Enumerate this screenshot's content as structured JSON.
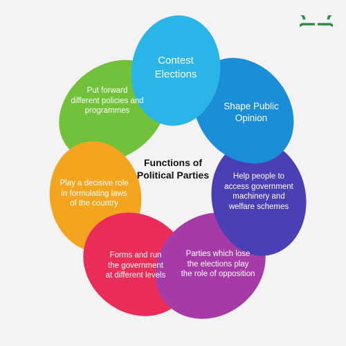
{
  "center": {
    "title_line1": "Functions of",
    "title_line2": "Political Parties"
  },
  "functions": [
    {
      "label": "Contest\nElections",
      "color": "#29b6e6"
    },
    {
      "label": "Shape Public\nOpinion",
      "color": "#1a8fd8"
    },
    {
      "label": "Help people to\naccess government\nmachinery and\nwelfare schemes",
      "color": "#4b3fb5"
    },
    {
      "label": "Parties which lose\nthe elections play\nthe role of opposition",
      "color": "#a63aa6"
    },
    {
      "label": "Forms and run\nthe government\nat different levels",
      "color": "#ea2c58"
    },
    {
      "label": "Play a decisive role\nin formulating laws\nof the country",
      "color": "#f4a51f"
    },
    {
      "label": "Put forward\ndifferent policies and\nprogrammes",
      "color": "#72c13a"
    }
  ],
  "logo": {
    "icon": "geeksforgeeks-logo-icon",
    "color": "#2f8d46"
  }
}
